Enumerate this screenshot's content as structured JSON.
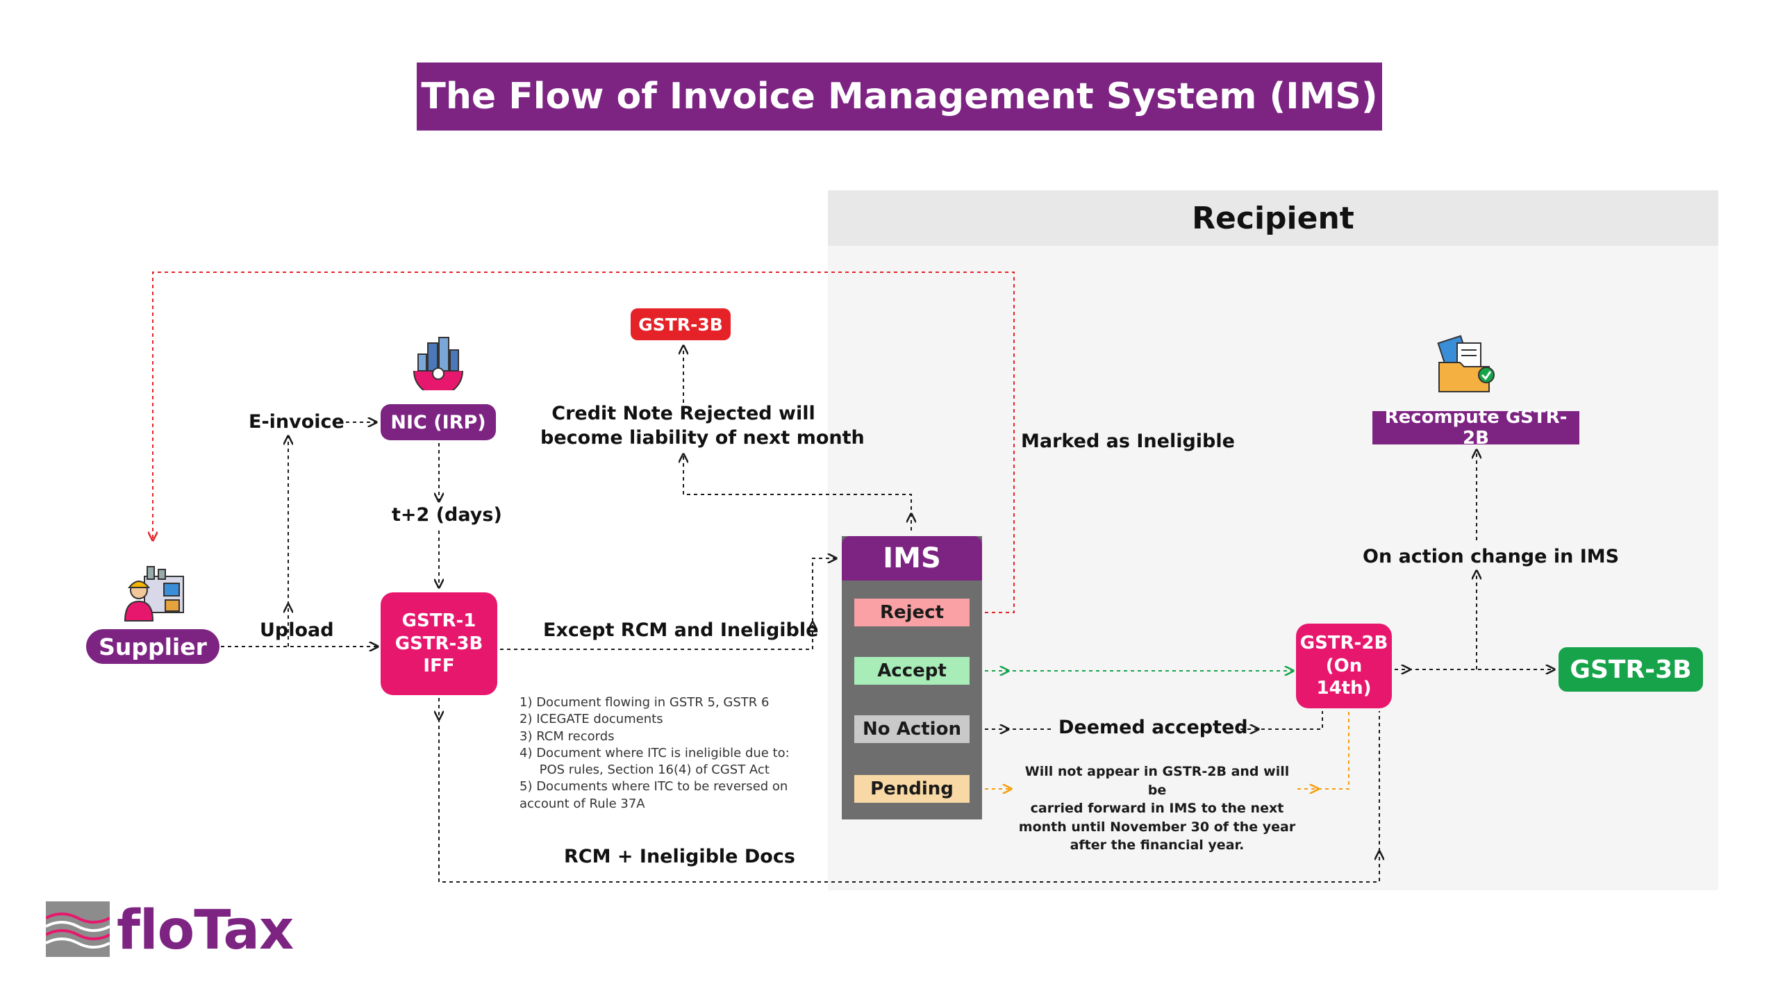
{
  "title": "The Flow of Invoice Management System (IMS)",
  "recipient": "Recipient",
  "nodes": {
    "supplier": "Supplier",
    "nic": "NIC (IRP)",
    "gstr1": [
      "GSTR-1",
      "GSTR-3B",
      "IFF"
    ],
    "gstr3b_liability": "GSTR-3B",
    "ims": "IMS",
    "ims_actions": [
      "Reject",
      "Accept",
      "No Action",
      "Pending"
    ],
    "gstr2b": [
      "GSTR-2B",
      "(On 14th)"
    ],
    "gstr3b_final": "GSTR-3B",
    "recompute": "Recompute GSTR-2B"
  },
  "edge_labels": {
    "einvoice": "E-invoice",
    "upload": "Upload",
    "t_plus_2": "t+2 (days)",
    "credit_note": [
      "Credit Note  Rejected will",
      "become liability of next month"
    ],
    "marked_ineligible": "Marked as Ineligible",
    "except_rcm": "Except RCM and Ineligible",
    "rcm_docs": "RCM + Ineligible Docs",
    "deemed": "Deemed accepted",
    "on_action": "On action change in IMS"
  },
  "exclusions": [
    "1)  Document flowing in GSTR 5, GSTR 6",
    "2) ICEGATE documents",
    "3) RCM records",
    "4) Document where ITC is ineligible due to:",
    "     POS rules, Section 16(4) of CGST Act",
    "5) Documents where ITC to be reversed on",
    "account of Rule 37A"
  ],
  "pending_note": [
    "Will not appear in GSTR-2B and will be",
    "carried forward in IMS to the next",
    "month until November 30 of the year",
    "after the financial year."
  ],
  "brand": "floTax",
  "icons": {
    "supplier": "factory-worker-icon",
    "nic": "city-gear-icon",
    "recompute": "folder-check-icon",
    "brand": "flotax-logo-icon"
  },
  "colors": {
    "purple": "#7d2483",
    "pink": "#e8176e",
    "red": "#e52227",
    "green": "#16a34a",
    "orange": "#f59e0b"
  }
}
